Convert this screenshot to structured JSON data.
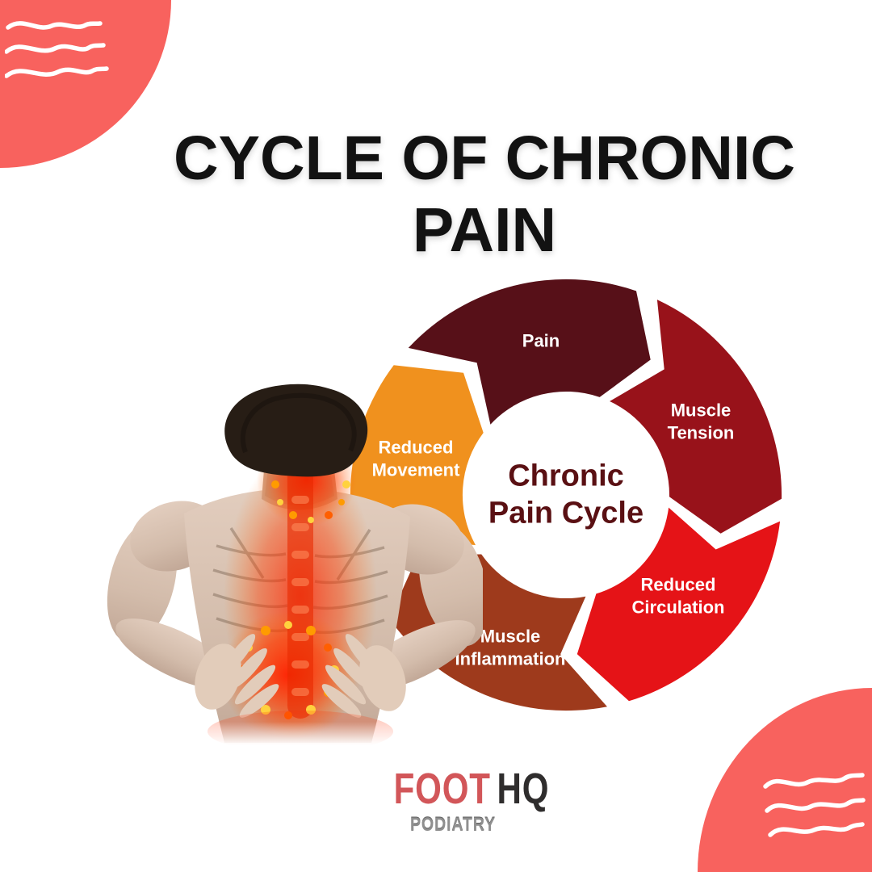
{
  "title": {
    "line1": "CYCLE OF CHRONIC",
    "line2": "PAIN",
    "color": "#121212"
  },
  "diagram": {
    "flow": "clockwise",
    "label_color": "#ffffff",
    "center": {
      "line1": "Chronic",
      "line2": "Pain Cycle",
      "text_color": "#5a1013"
    },
    "segments": [
      {
        "label": "Pain",
        "color": "#571018"
      },
      {
        "label": "Muscle Tension",
        "color": "#98121a"
      },
      {
        "label": "Reduced Circulation",
        "color": "#e51317"
      },
      {
        "label": "Muscle Inflammation",
        "color": "#9e3a1c"
      },
      {
        "label": "Reduced Movement",
        "color": "#f0911e"
      }
    ]
  },
  "illustration": {
    "name": "man-back-pain-photo"
  },
  "logo": {
    "word1": "FOOT",
    "word1_color": "#d25659",
    "word2": "HQ",
    "word2_color": "#2f2d2d",
    "tagline": "PODIATRY",
    "tagline_color": "#8f8f8f"
  },
  "decor": {
    "corner_blob_color": "#f8625e",
    "squiggle_color": "#ffffff"
  }
}
